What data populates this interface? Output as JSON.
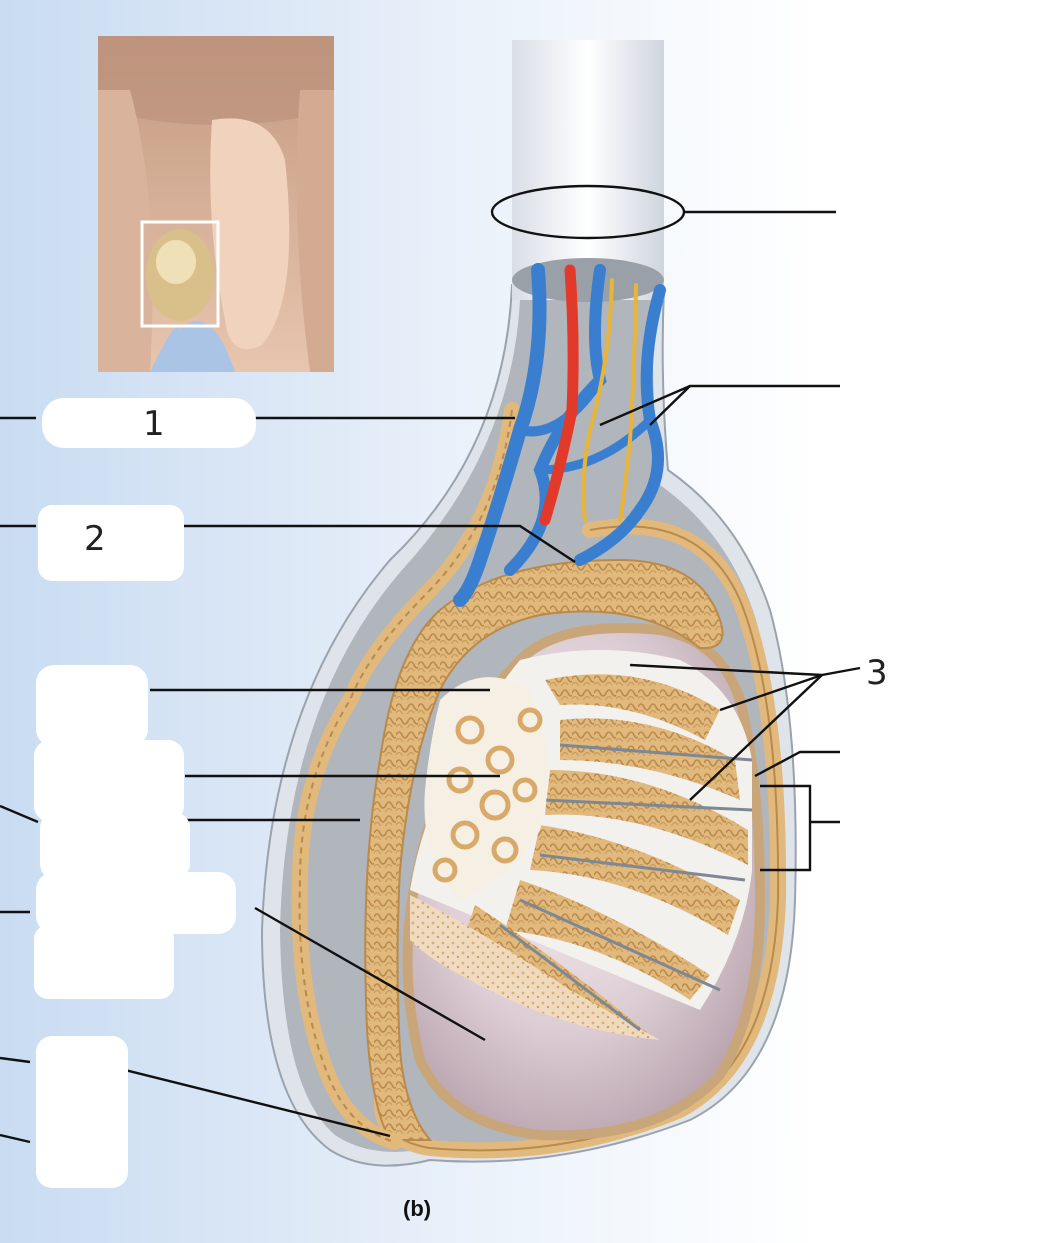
{
  "figure": {
    "caption": "(b)",
    "labels": [
      {
        "id": "label-1",
        "text": "1"
      },
      {
        "id": "label-2",
        "text": "2"
      },
      {
        "id": "label-3",
        "text": "3"
      }
    ]
  },
  "colors": {
    "background": "#d6e4f4",
    "tubule_tan": "#e2b97d",
    "tubule_dark": "#b98a4a",
    "vein_blue": "#3a7fcf",
    "artery_red": "#e23a2a",
    "nerve_yellow": "#e8b43a",
    "testis_pearl": "#e9dbe0"
  }
}
